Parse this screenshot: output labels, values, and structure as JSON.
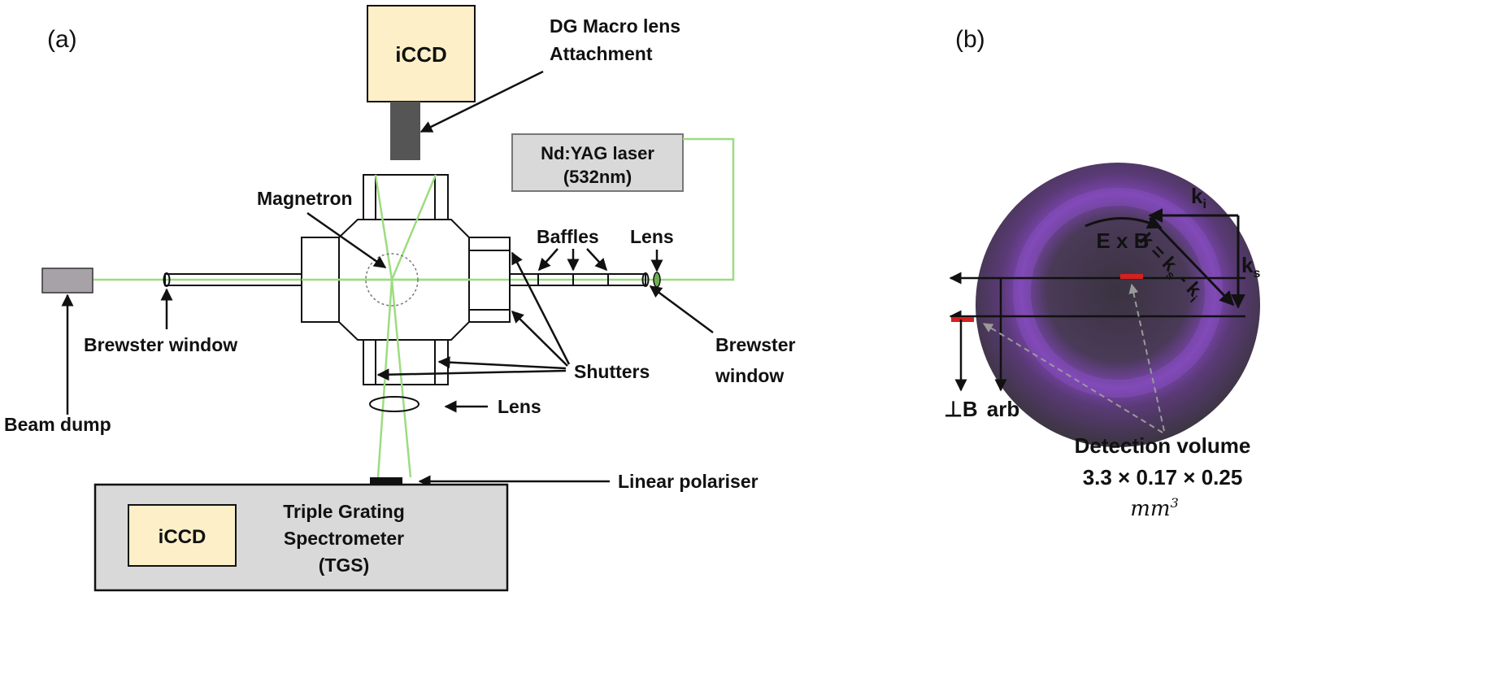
{
  "panel_a": {
    "label": "(a)",
    "top_camera": "iCCD",
    "macro_lens": [
      "DG Macro lens",
      "Attachment"
    ],
    "laser": [
      "Nd:YAG laser",
      "(532nm)"
    ],
    "magnetron": "Magnetron",
    "baffles": "Baffles",
    "lens_right": "Lens",
    "brewster_left": "Brewster window",
    "brewster_right": [
      "Brewster",
      "window"
    ],
    "beam_dump": "Beam dump",
    "shutters": "Shutters",
    "lens_bottom": "Lens",
    "polariser": "Linear polariser",
    "spectrometer_camera": "iCCD",
    "spectrometer": [
      "Triple Grating",
      "Spectrometer",
      "(TGS)"
    ]
  },
  "panel_b": {
    "label": "(b)",
    "exb": "E x B",
    "perp_b": "⊥B",
    "arb": "arb",
    "k_i": "k",
    "k_i_sub": "i",
    "k_s": "k",
    "k_s_sub": "s",
    "k_relation": "k = k",
    "k_relation_s": "s",
    "k_relation_minus": " - k",
    "k_relation_i": "i",
    "detection_title": "Detection volume",
    "detection_dims": "3.3 × 0.17 × 0.25",
    "detection_unit": "mm",
    "detection_unit_exp": "3"
  },
  "colors": {
    "beam": "#9ddc80",
    "yellow_box": "#fdf0c8",
    "grey_box": "#d9d9d9",
    "dark_grey": "#555555",
    "plasma_dark": "#3a333d",
    "plasma_glow": "#7a3fae",
    "detection_red": "#d62020"
  }
}
